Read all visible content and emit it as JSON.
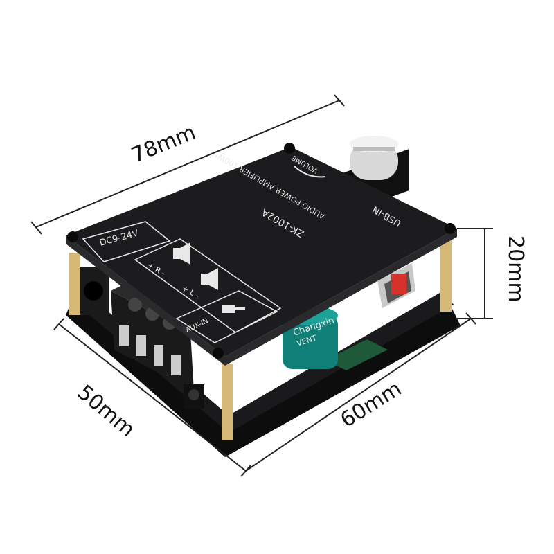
{
  "dimensions": {
    "length": "78mm",
    "width": "50mm",
    "depth": "60mm",
    "height": "20mm"
  },
  "board": {
    "model": "ZK-1002A",
    "subtitle": "AUDIO POWER AMPLIFIER 100W*2",
    "power_label": "DC9-24V",
    "usb_label": "USB-IN",
    "volume_label": "VOLUME",
    "aux_label": "AUX-IN",
    "right_channel": "+ R -",
    "left_channel": "+ L -",
    "capacitor_brand": "Changxin",
    "capacitor_text": "VENT",
    "colors": {
      "board": "#1c1c1e",
      "pcb": "#0f0f10",
      "standoff": "#d6b877",
      "capacitor": "#0f7f78",
      "connector": "#1a1a1a",
      "knob": "#d8d8d8",
      "red_component": "#d6312b"
    }
  }
}
